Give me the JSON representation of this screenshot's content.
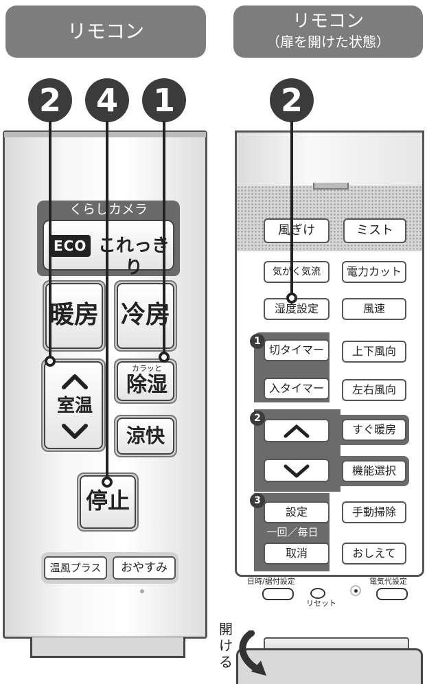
{
  "left": {
    "header": "リモコン",
    "badges": [
      "2",
      "4",
      "1"
    ],
    "kurashi_camera": "くらしカメラ",
    "eco_logo": "ECO",
    "eco_text": "これっきり",
    "heating": "暖房",
    "cooling": "冷房",
    "dehumid_small": "カラッと",
    "dehumid": "除湿",
    "room_temp": "室温",
    "cool_comfort": "涼快",
    "stop": "停止",
    "warm_plus": "温風プラス",
    "sleep": "おやすみ"
  },
  "right": {
    "header_line1": "リモコン",
    "header_line2": "（扉を開けた状態）",
    "badge": "2",
    "buttons": {
      "wind_avoid": "風ぎけ",
      "mist": "ミスト",
      "kiga_kiryu": "気がく気流",
      "power_cut": "電力カット",
      "humidity_set": "湿度設定",
      "wind_speed": "風速",
      "off_timer": "切タイマー",
      "vertical_dir": "上下風向",
      "on_timer": "入タイマー",
      "horizontal_dir": "左右風向",
      "quick_heat": "すぐ暖房",
      "function_select": "機能選択",
      "set": "設定",
      "manual_clean": "手動掃除",
      "once_daily": "一回／毎日",
      "cancel": "取消",
      "tell_me": "おしえて",
      "datetime_setting": "日時/据付設定",
      "reset": "リセット",
      "electricity_cost": "電気代設定"
    },
    "step_numbers": [
      "1",
      "2",
      "3"
    ],
    "open_label": [
      "開",
      "け",
      "る"
    ]
  }
}
